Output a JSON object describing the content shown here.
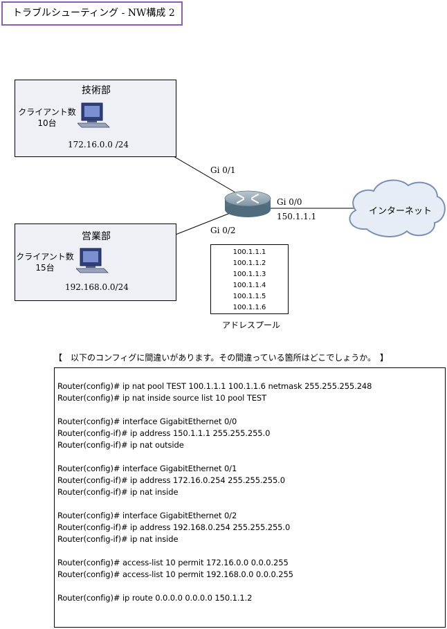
{
  "title": "トラブルシューティング - NW構成 2",
  "departments": [
    {
      "name": "技術部",
      "client_label": "クライアント数",
      "client_count": "10台",
      "network": "172.16.0.0 /24"
    },
    {
      "name": "営業部",
      "client_label": "クライアント数",
      "client_count": "15台",
      "network": "192.168.0.0/24"
    }
  ],
  "router": {
    "interfaces": {
      "gi01": "Gi 0/1",
      "gi02": "Gi 0/2",
      "gi00": "Gi 0/0",
      "gi00_ip": "150.1.1.1"
    }
  },
  "internet_label": "インターネット",
  "address_pool": {
    "addresses": [
      "100.1.1.1",
      "100.1.1.2",
      "100.1.1.3",
      "100.1.1.4",
      "100.1.1.5",
      "100.1.1.6"
    ],
    "caption": "アドレスプール"
  },
  "question": "【　以下のコンフィグに間違いがあります。その間違っている箇所はどこでしょうか。　】",
  "config_lines": [
    "Router(config)# ip nat pool TEST 100.1.1.1 100.1.1.6 netmask 255.255.255.248",
    "Router(config)# ip nat inside source list 10 pool TEST",
    "",
    "Router(config)# interface GigabitEthernet 0/0",
    "Router(config-if)# ip address 150.1.1.1 255.255.255.0",
    "Router(config-if)# ip nat outside",
    "",
    "Router(config)# interface GigabitEthernet 0/1",
    "Router(config-if)# ip address 172.16.0.254 255.255.255.0",
    "Router(config-if)# ip nat inside",
    "",
    "Router(config)# interface GigabitEthernet 0/2",
    "Router(config-if)# ip address 192.168.0.254 255.255.255.0",
    "Router(config-if)# ip nat inside",
    "",
    "Router(config)# access-list 10 permit 172.16.0.0 0.0.0.255",
    "Router(config)# access-list 10 permit 192.168.0.0 0.0.0.255",
    "",
    "Router(config)# ip route 0.0.0.0 0.0.0.0 150.1.1.2"
  ]
}
